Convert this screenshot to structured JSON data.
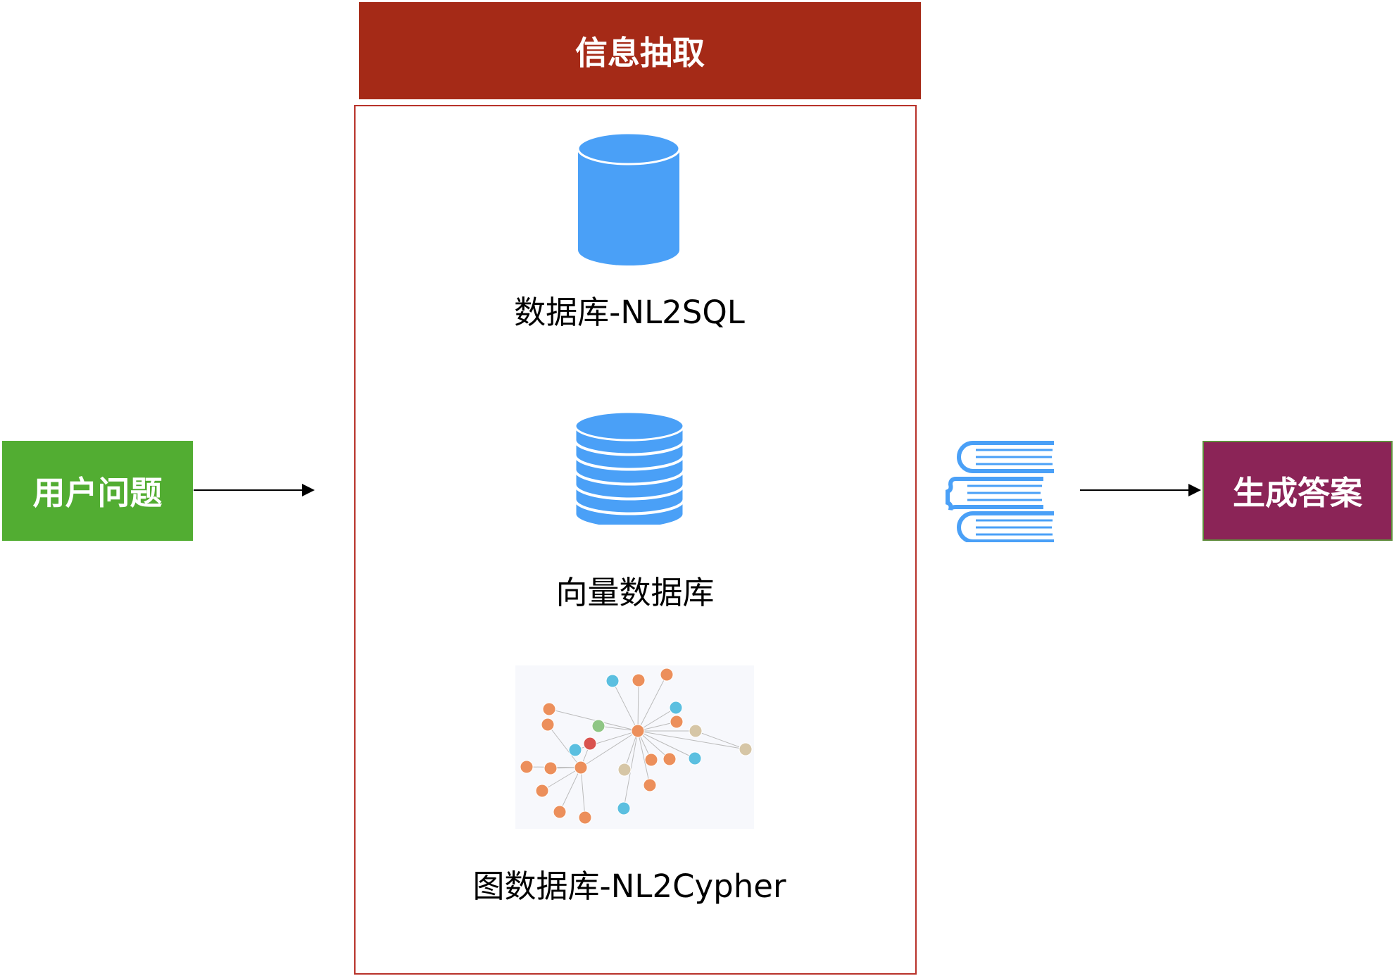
{
  "header": {
    "title": "信息抽取"
  },
  "input": {
    "label": "用户问题"
  },
  "output": {
    "label": "生成答案"
  },
  "sources": [
    {
      "label": "数据库-NL2SQL",
      "icon": "database-icon"
    },
    {
      "label": "向量数据库",
      "icon": "vector-database-icon"
    },
    {
      "label": "图数据库-NL2Cypher",
      "icon": "knowledge-graph-image"
    }
  ],
  "colors": {
    "header": "#a52a17",
    "input": "#52ad32",
    "output": "#8b2457",
    "icon": "#4aa0f7"
  }
}
